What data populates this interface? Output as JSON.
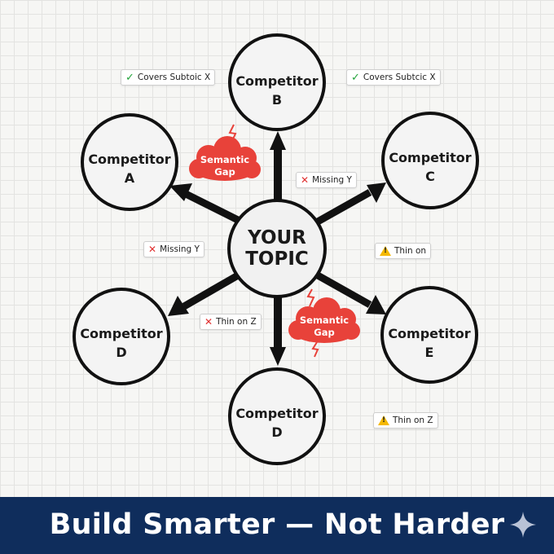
{
  "center": {
    "line1": "YOUR",
    "line2": "TOPIC"
  },
  "nodes": [
    {
      "id": "b",
      "line1": "Competitor",
      "line2": "B"
    },
    {
      "id": "a",
      "line1": "Competitor",
      "line2": "A"
    },
    {
      "id": "c",
      "line1": "Competitor",
      "line2": "C"
    },
    {
      "id": "d1",
      "line1": "Competitor",
      "line2": "D"
    },
    {
      "id": "e",
      "line1": "Competitor",
      "line2": "E"
    },
    {
      "id": "d2",
      "line1": "Competitor",
      "line2": "D"
    }
  ],
  "clouds": [
    {
      "line1": "Semantic",
      "line2": "Gap"
    },
    {
      "line1": "Semantic",
      "line2": "Gap"
    }
  ],
  "tags": [
    {
      "icon": "check-icon",
      "text": "Covers Subtoic X"
    },
    {
      "icon": "check-icon",
      "text": "Covers Subtcic X"
    },
    {
      "icon": "x-icon",
      "text": "Missing Y"
    },
    {
      "icon": "x-icon",
      "text": "Missing Y"
    },
    {
      "icon": "warning-icon",
      "text": "Thin on"
    },
    {
      "icon": "x-icon",
      "text": "Thin on Z"
    },
    {
      "icon": "warning-icon",
      "text": "Thin on Z"
    }
  ],
  "footer": {
    "title": "Build Smarter — Not Harder"
  },
  "colors": {
    "footer_bg": "#0f2d5c",
    "cloud": "#e8423a",
    "check": "#22a33a",
    "x": "#e03030",
    "warning": "#f5b800"
  }
}
